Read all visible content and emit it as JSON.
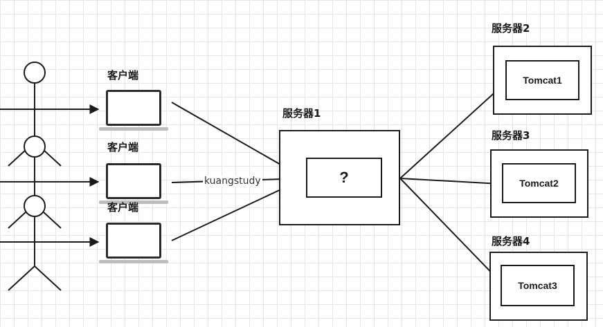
{
  "clients": {
    "items": [
      {
        "label": "客户端"
      },
      {
        "label": "客户端"
      },
      {
        "label": "客户端"
      }
    ]
  },
  "proxy": {
    "label": "服务器1",
    "inner_text": "?",
    "edge_label": "kuangstudy"
  },
  "servers": {
    "items": [
      {
        "label": "服务器2",
        "app": "Tomcat1"
      },
      {
        "label": "服务器3",
        "app": "Tomcat2"
      },
      {
        "label": "服务器4",
        "app": "Tomcat3"
      }
    ]
  }
}
